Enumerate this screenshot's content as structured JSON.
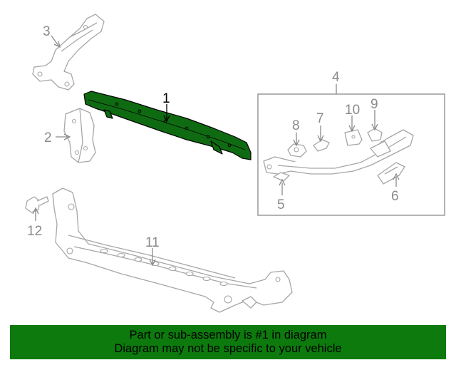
{
  "callouts": {
    "c1": "1",
    "c2": "2",
    "c3": "3",
    "c4": "4",
    "c5": "5",
    "c6": "6",
    "c7": "7",
    "c8": "8",
    "c9": "9",
    "c10": "10",
    "c11": "11",
    "c12": "12"
  },
  "banner": {
    "line1": "Part or sub-assembly is #1 in diagram",
    "line2": "Diagram may not be specific to your vehicle",
    "color": "#0d7a0d"
  },
  "colors": {
    "highlight_part": "#0f6b12",
    "line_art": "#a6a6a6",
    "callout_text": "#8a8a8a"
  }
}
